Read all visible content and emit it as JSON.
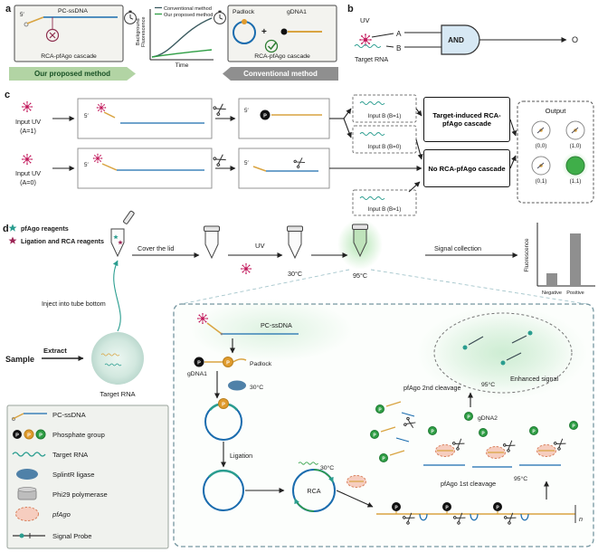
{
  "common": {
    "five_prime": "5′",
    "p": "P",
    "uv": "UV",
    "temp_30": "30°C",
    "temp_95": "95°C",
    "plus": "+",
    "n": "n"
  },
  "colors": {
    "uv_burst": "#c2185b",
    "dna_blue": "#1a6cae",
    "dna_gold": "#d9a441",
    "rna_teal": "#2a9d8f",
    "phosphate_orange": "#e09b2d",
    "gdna2_green": "#2e9e44",
    "positive_green": "#3fae49",
    "pfago_pink": "#f6cdbf",
    "proposed_banner_bg": "#b2d4a4",
    "conventional_banner_bg": "#8f8f8f",
    "bar_gray": "#8f8f8f"
  },
  "panel_a": {
    "label": "a",
    "proposed_box": {
      "pc_ssdna": "PC-ssDNA",
      "cascade": "RCA-pfAgo cascade"
    },
    "proposed_banner": "Our proposed method",
    "chart": {
      "ylabel": "Background Fluorescence",
      "xlabel": "Time",
      "legend": [
        "Conventional method",
        "Our proposed method"
      ]
    },
    "conventional_box": {
      "padlock": "Padlock",
      "gdna1": "gDNA1",
      "cascade": "RCA-pfAgo cascade"
    },
    "conventional_banner": "Conventional method"
  },
  "panel_b": {
    "label": "b",
    "uv": "UV",
    "input_a": "A",
    "input_b": "B",
    "target_rna": "Target RNA",
    "gate": "AND",
    "output": "O"
  },
  "panel_c": {
    "label": "c",
    "input_uv_a1": {
      "line1": "Input UV",
      "line2": "(A=1)"
    },
    "input_uv_a0": {
      "line1": "Input UV",
      "line2": "(A=0)"
    },
    "input_b1_top": "Input B (B=1)",
    "input_b0": "Input B (B=0)",
    "input_b1_bottom": "Input B (B=1)",
    "cascade_box": "Target-induced RCA-pfAgo cascade",
    "no_cascade_box": "No RCA-pfAgo cascade",
    "output": {
      "title": "Output",
      "states": [
        "(0,0)",
        "(1,0)",
        "(0,1)",
        "(1,1)"
      ]
    }
  },
  "panel_d": {
    "label": "d",
    "reagents": [
      {
        "label": "pfAgo reagents",
        "star_color": "#2a9d8f"
      },
      {
        "label": "Ligation and RCA reagents",
        "star_color": "#9c2555"
      }
    ],
    "steps": {
      "cover_lid": "Cover the lid",
      "signal_collection": "Signal collection",
      "inject": "Inject into tube bottom"
    },
    "sample": "Sample",
    "extract": "Extract",
    "target_rna": "Target RNA",
    "bar_chart": {
      "ylabel": "Fluorescence",
      "categ ories_note": "",
      "categories": [
        "Negative",
        "Positive"
      ]
    },
    "legend": [
      {
        "icon": "pc-ssdna-icon",
        "label": "PC-ssDNA"
      },
      {
        "icon": "phosphate-group-icon",
        "label": "Phosphate group"
      },
      {
        "icon": "target-rna-icon",
        "label": "Target RNA"
      },
      {
        "icon": "splintr-ligase-icon",
        "label": "SplintR ligase"
      },
      {
        "icon": "phi29-polymerase-icon",
        "label": "Phi29 polymerase"
      },
      {
        "icon": "pfago-icon",
        "label": "pfAgo"
      },
      {
        "icon": "signal-probe-icon",
        "label": "Signal Probe"
      }
    ],
    "mechanism": {
      "pc_ssdna": "PC-ssDNA",
      "gdna1": "gDNA1",
      "padlock": "Padlock",
      "ligation": "Ligation",
      "rca": "RCA",
      "first_cleavage": "pfAgo 1st cleavage",
      "second_cleavage": "pfAgo 2nd cleavage",
      "gdna2": "gDNA2",
      "enhanced_signal": "Enhanced signal"
    }
  },
  "chart_data": [
    {
      "type": "line",
      "title": "",
      "xlabel": "Time",
      "ylabel": "Background Fluorescence",
      "x_ticks": [],
      "y_ticks": [],
      "legend_position": "top-left",
      "grid": false,
      "series": [
        {
          "name": "Conventional method",
          "color": "#3a5a5f",
          "x_norm": [
            0,
            0.15,
            0.3,
            0.45,
            0.6,
            0.75,
            0.9,
            1
          ],
          "y_norm": [
            0.02,
            0.08,
            0.2,
            0.38,
            0.55,
            0.7,
            0.82,
            0.9
          ]
        },
        {
          "name": "Our proposed method",
          "color": "#2e9e44",
          "x_norm": [
            0,
            0.15,
            0.3,
            0.45,
            0.6,
            0.75,
            0.9,
            1
          ],
          "y_norm": [
            0.02,
            0.04,
            0.06,
            0.08,
            0.1,
            0.12,
            0.13,
            0.15
          ]
        }
      ]
    },
    {
      "type": "bar",
      "ylabel": "Fluorescence",
      "categories": [
        "Negative",
        "Positive"
      ],
      "values_norm": [
        0.2,
        0.85
      ],
      "bar_color": "#8f8f8f",
      "grid": false
    }
  ]
}
